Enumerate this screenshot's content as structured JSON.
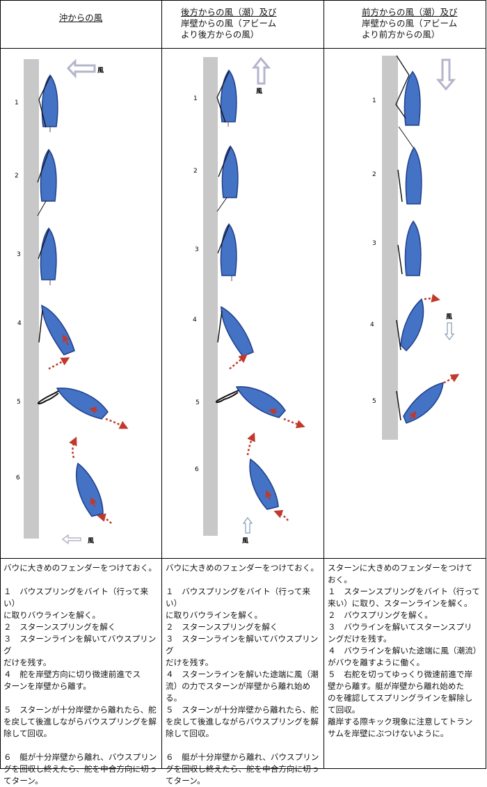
{
  "columns": [
    {
      "header": [
        "沖からの風"
      ],
      "step_numbers": [
        "1",
        "2",
        "3",
        "4",
        "5",
        "6"
      ],
      "wind_labels": [
        "風",
        "風"
      ],
      "text": [
        "バウに大きめのフェンダーをつけておく。",
        "",
        "１　バウスプリングをバイト（行って来い）",
        "に取りバウラインを解く。",
        "２　スターンスプリングを解く",
        "３　スターンラインを解いてバウスプリング",
        "だけを残す。",
        "４　舵を岸壁方向に切り微速前進でス",
        "ターンを岸壁から離す。",
        "",
        "５　スターンが十分岸壁から離れたら、舵",
        "を戻して後進しながらバウスプリングを解",
        "除して回収。",
        "",
        "６　艇が十分岸壁から離れ、バウスプリン",
        "グを回収し終えたら、舵を中合方向に切っ",
        "てターン。"
      ]
    },
    {
      "header": [
        "後方からの風（潮）及び",
        "岸壁からの風（アビーム",
        "より後方からの風）"
      ],
      "step_numbers": [
        "1",
        "2",
        "3",
        "4",
        "5",
        "6"
      ],
      "wind_labels": [
        "風",
        "風"
      ],
      "text": [
        "バウに大きめのフェンダーをつけておく。",
        "",
        "１　バウスプリングをバイト（行って来い）",
        "に取りバウラインを解く。",
        "２　スターンスプリングを解く",
        "３　スターンラインを解いてバウスプリング",
        "だけを残す。",
        "４　スターンラインを解いた途端に風（潮",
        "流）の力でスターンが岸壁から離れ始め",
        "る。",
        "５　スターンが十分岸壁から離れたら、舵",
        "を戻して後進しながらバウスプリングを解",
        "除して回収。",
        "",
        "６　艇が十分岸壁から離れ、バウスプリン",
        "グを回収し終えたら、舵を中合方向に切っ",
        "てターン。"
      ]
    },
    {
      "header": [
        "前方からの風（潮）及び",
        "岸壁からの風（アビーム",
        "より前方からの風）"
      ],
      "step_numbers": [
        "1",
        "2",
        "3",
        "4",
        "5"
      ],
      "wind_labels": [
        "風"
      ],
      "text": [
        "スターンに大きめのフェンダーをつけて",
        "おく。",
        "１　スターンスプリングをバイト（行って",
        "来い）に取り、スターンラインを解く。",
        "２　バウスプリングを解く。",
        "３　バウラインを解いてスターンスプリ",
        "ングだけを残す。",
        "４　バウラインを解いた途端に風（潮流）",
        "がバウを離すように働く。",
        "５　右舵を切ってゆっくり微速前進で岸",
        "壁から離す。艇が岸壁から離れ始めた",
        "のを確認してスプリングラインを解除し",
        "て回収。",
        "離岸する際キック現象に注意してトラン",
        "サムを岸壁にぶつけないように。"
      ]
    }
  ],
  "colors": {
    "boat_fill": "#4472c4",
    "boat_stroke": "#1f3f8a",
    "pier": "#c8c8c8",
    "arrow_red": "#c0392b",
    "wind_arrow": "#b4b4cc",
    "grid": "#000000"
  }
}
